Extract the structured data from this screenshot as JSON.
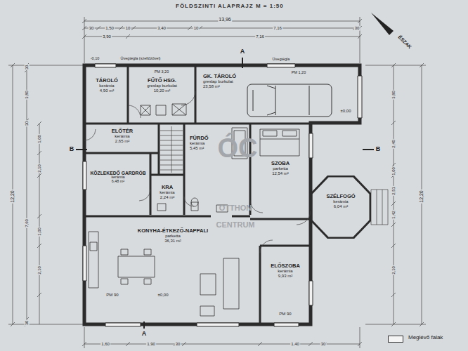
{
  "diagram": {
    "title": "FÖLDSZINTI ALAPRAJZ M = 1:50",
    "nodes": [
      {
        "text": [
          "TÁROLÓ",
          "kerámia",
          "4,90 m²"
        ]
      },
      {
        "text": [
          "FŰTŐ HSG.",
          "greslap burkolat",
          "10,20 m²"
        ]
      },
      {
        "text": [
          "GK. TÁROLÓ",
          "greslap burkolat",
          "23,58 m²"
        ]
      },
      {
        "text": [
          "ELŐTÉR",
          "kerámia",
          "2,65 m²"
        ]
      },
      {
        "text": [
          "KÖZLEKEDŐ GARDRÓB",
          "kerámia",
          "6,48 m²"
        ]
      },
      {
        "text": [
          "KRA",
          "kerámia",
          "2,24 m²"
        ]
      },
      {
        "text": [
          "FÜRDŐ",
          "kerámia",
          "5,45 m²"
        ]
      },
      {
        "text": [
          "SZOBA",
          "parketta",
          "12,54 m²"
        ]
      },
      {
        "text": [
          "SZÉLFOGÓ",
          "kerámia",
          "6,04 m²"
        ]
      },
      {
        "text": [
          "KONYHA-ÉTKEZŐ-NAPPALI",
          "parketta",
          "36,31 m²"
        ]
      },
      {
        "text": [
          "ELŐSZOBA",
          "kerámia",
          "9,93 m²"
        ]
      }
    ],
    "labels": [
      "ÓC",
      "OTTHON",
      "CENTRUM",
      "13,96",
      "30",
      "1,50",
      "10",
      "3,40",
      "10",
      "7,16",
      "30",
      "3,90",
      "7,16",
      "12,20",
      "30",
      "3,80",
      "30",
      "7,60",
      "30",
      "1,00",
      "2,10",
      "1,00",
      "2,10",
      "3,80",
      "2,40",
      "1,00",
      "2,51",
      "1,42",
      "2,10",
      "12,20",
      "1,60",
      "1,90",
      "30",
      "1,40",
      "30",
      "A",
      "A",
      "B",
      "B",
      "ÉSZAK",
      "Üvegtégla (szellőzővel)",
      "Üvegtégla",
      "-0,10",
      "PM 3,20",
      "PM 1,20",
      "±0,00",
      "±0,00",
      "PM 90",
      "PM 90"
    ],
    "legend": [
      {
        "text": "Meglévő falak"
      }
    ]
  }
}
